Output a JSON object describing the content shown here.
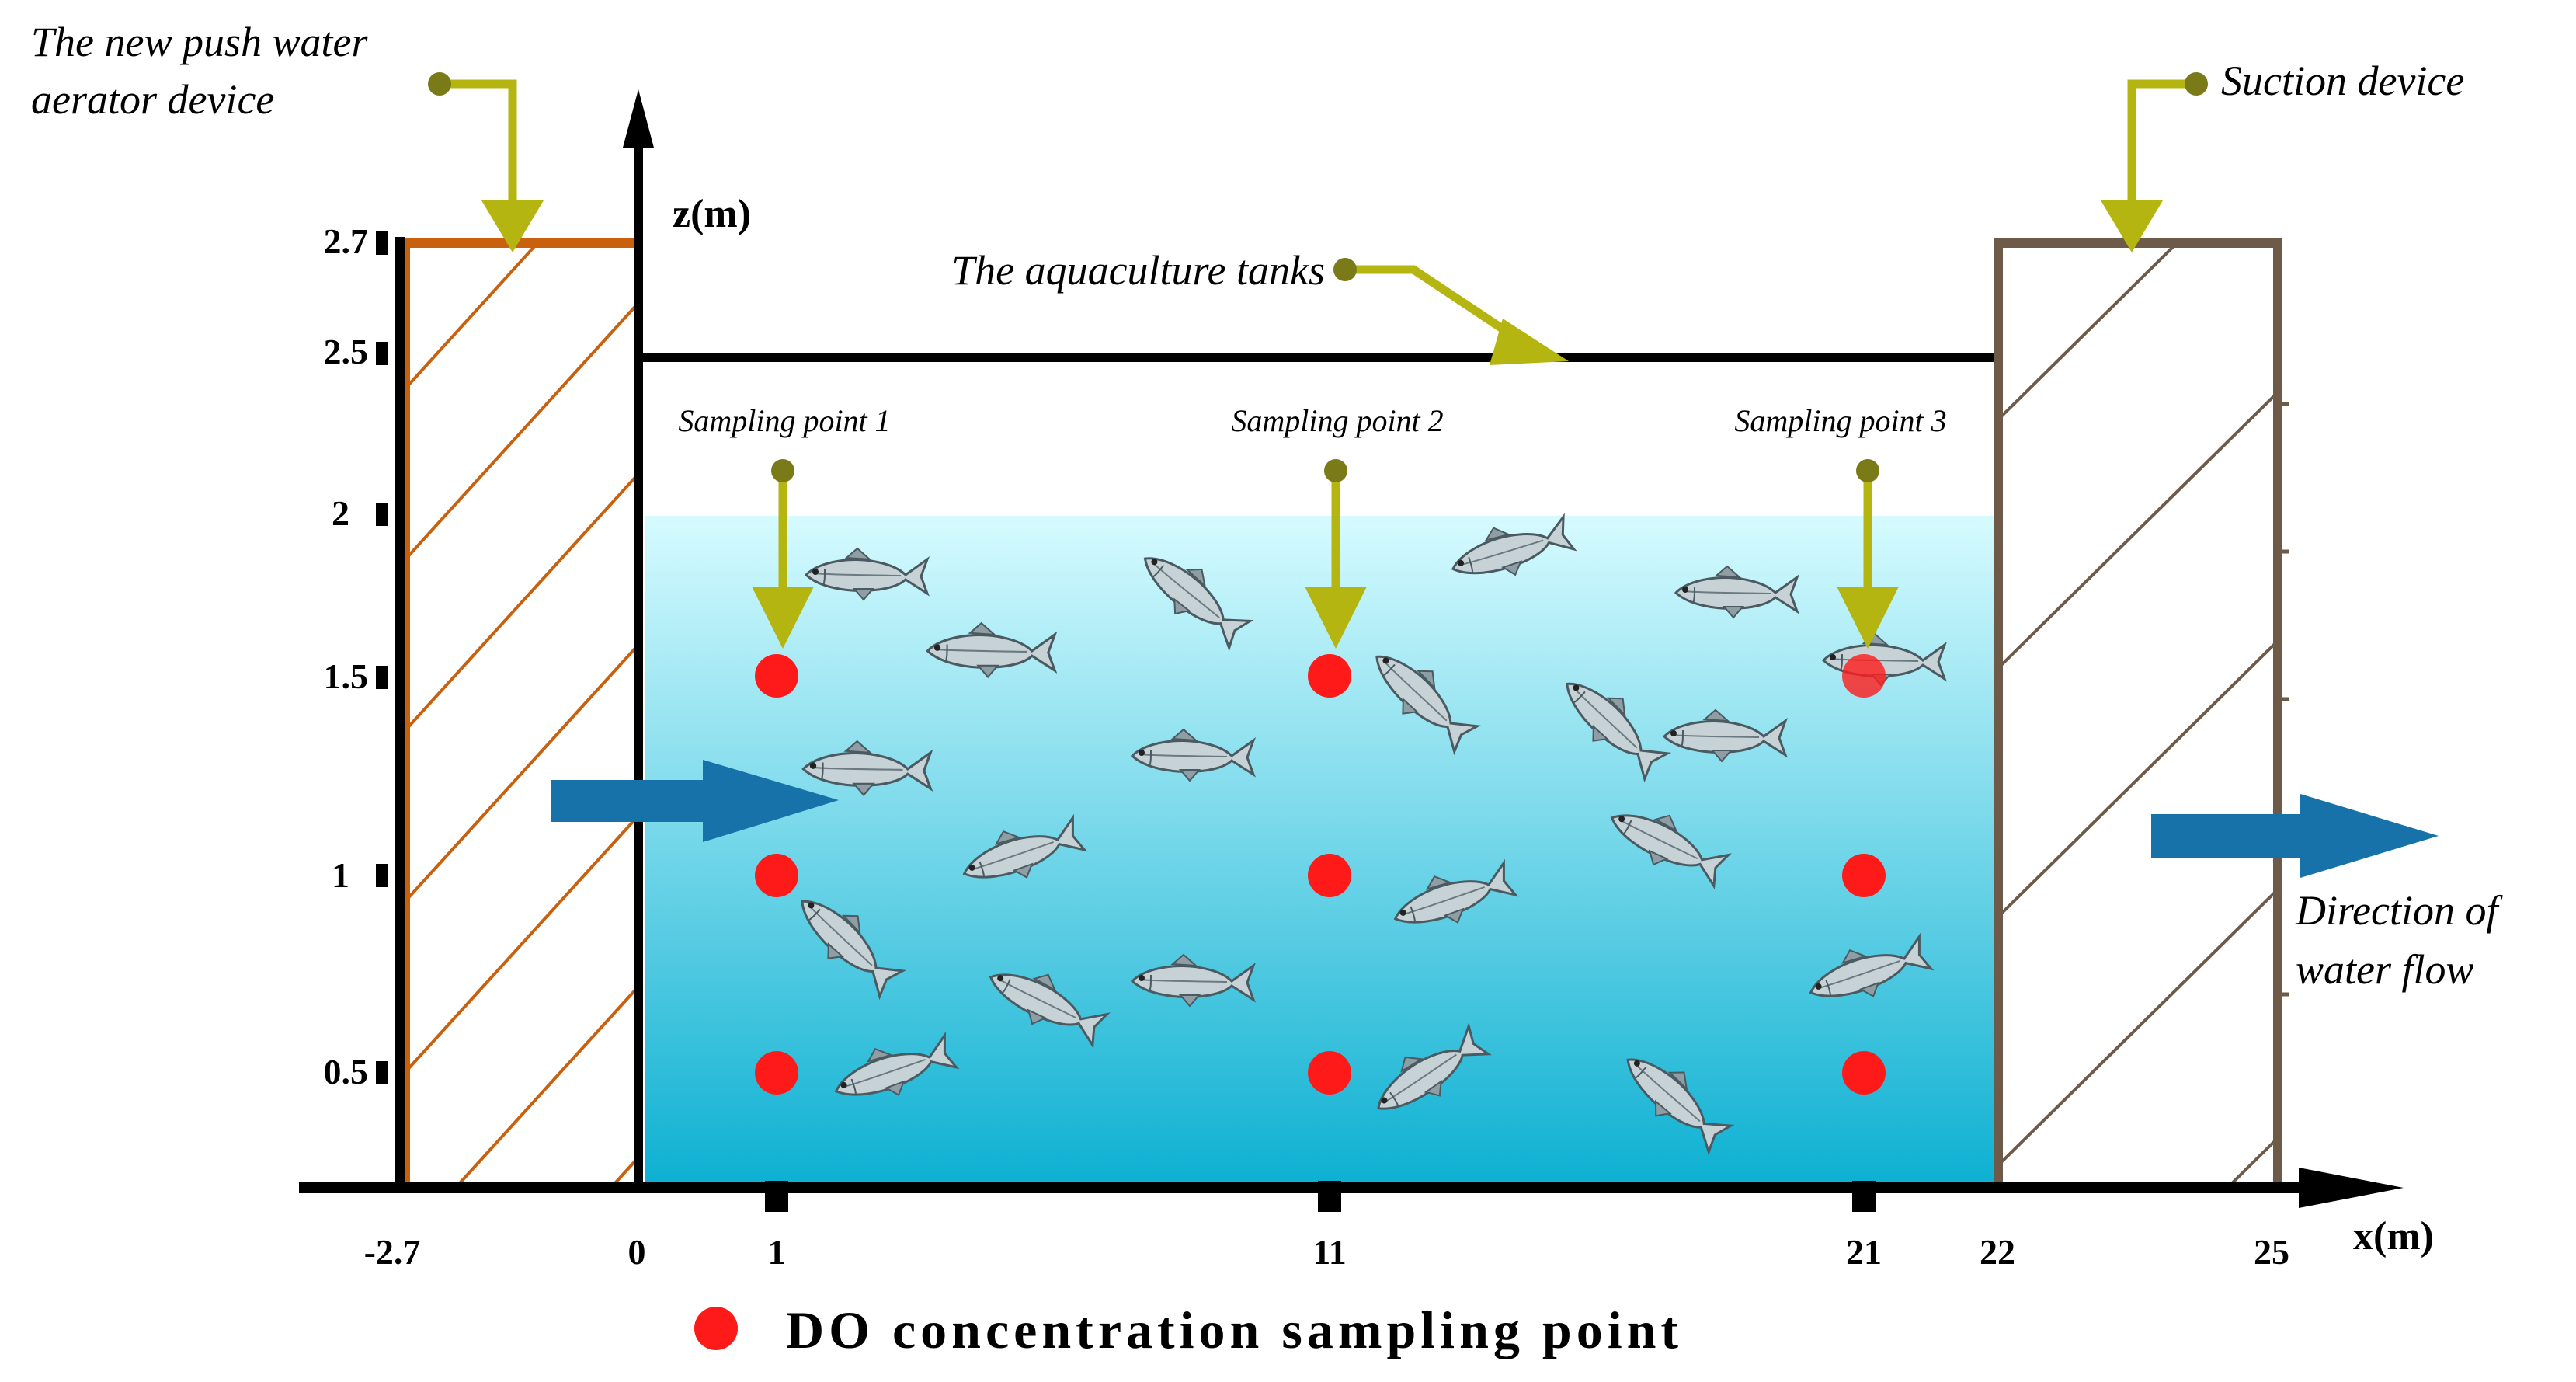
{
  "labels": {
    "aerator_line1": "The new push water",
    "aerator_line2": "aerator device",
    "suction": "Suction device",
    "tanks": "The aquaculture  tanks",
    "z_axis": "z(m)",
    "x_axis": "x(m)",
    "sampling_points": [
      "Sampling point 1",
      "Sampling point 2",
      "Sampling point 3"
    ],
    "flow_line1": "Direction  of",
    "flow_line2": "water flow",
    "legend": "DO concentration sampling point"
  },
  "z_ticks": [
    "2.7",
    "2.5",
    "2",
    "1.5",
    "1",
    "0.5"
  ],
  "x_ticks": [
    "-2.7",
    "0",
    "1",
    "11",
    "21",
    "22",
    "25"
  ],
  "sample_points_xz": [
    [
      1,
      1.5
    ],
    [
      1,
      1
    ],
    [
      1,
      0.5
    ],
    [
      11,
      1.5
    ],
    [
      11,
      1
    ],
    [
      11,
      0.5
    ],
    [
      21,
      1.5
    ],
    [
      21,
      1
    ],
    [
      21,
      0.5
    ]
  ],
  "colors": {
    "aerator": "#c8600e",
    "suction": "#6e5a48",
    "pointer": "#b5b512",
    "pointer_dot": "#7a7a18",
    "flow_arrow": "#1672a8",
    "sample_dot": "#ff1a1a",
    "water_top": "#d6fbff",
    "water_bottom": "#0cb0d2"
  },
  "icons": [
    "fish-icon",
    "flow-arrow-icon",
    "pointer-arrow-icon"
  ]
}
